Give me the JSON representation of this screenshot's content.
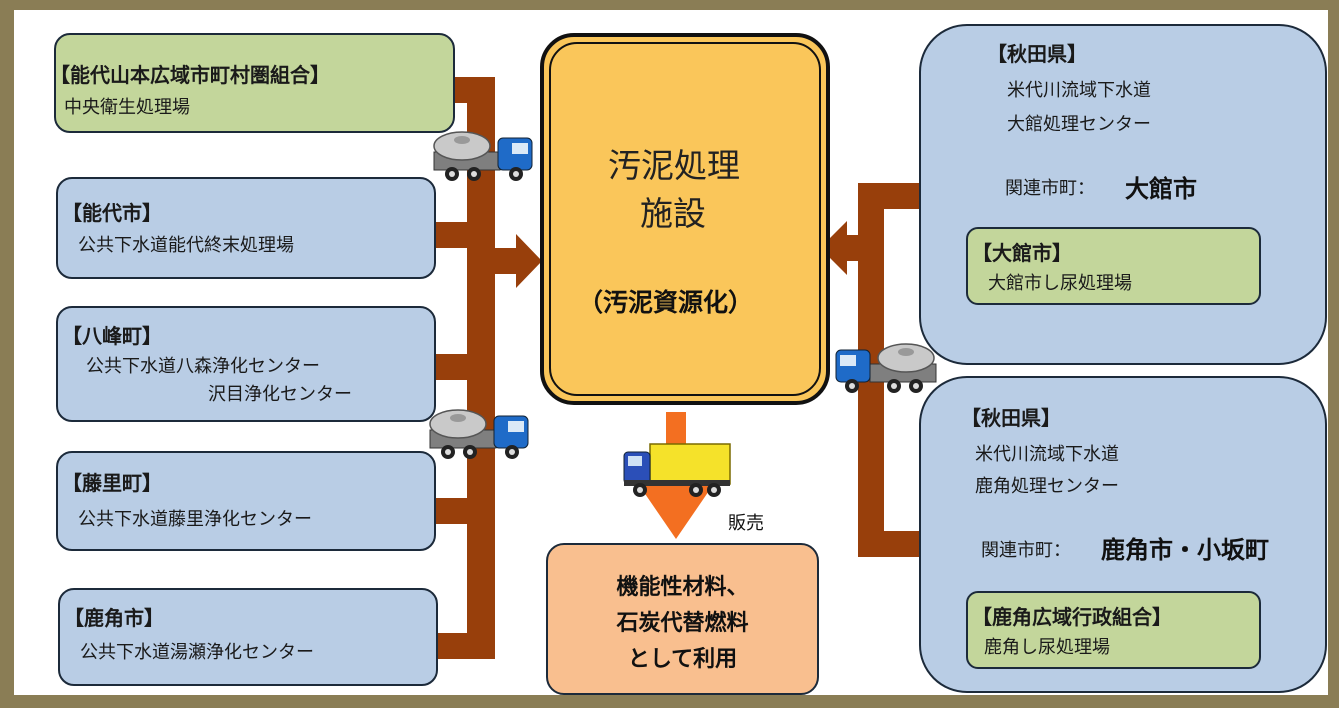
{
  "left": {
    "noshiro_yamamoto": {
      "title": "【能代山本広域市町村圏組合】",
      "facility": "中央衛生処理場"
    },
    "noshiro": {
      "title": "【能代市】",
      "facility": "公共下水道能代終末処理場"
    },
    "happo": {
      "title": "【八峰町】",
      "facility1": "公共下水道八森浄化センター",
      "facility2": "沢目浄化センター"
    },
    "fujisato": {
      "title": "【藤里町】",
      "facility": "公共下水道藤里浄化センター"
    },
    "kazuno": {
      "title": "【鹿角市】",
      "facility": "公共下水道湯瀬浄化センター"
    }
  },
  "center": {
    "title_line1": "汚泥処理",
    "title_line2": "施設",
    "subtitle": "（汚泥資源化）",
    "sale_label": "販売",
    "output_line1": "機能性材料、",
    "output_line2": "石炭代替燃料",
    "output_line3": "として利用"
  },
  "right": {
    "odate_center": {
      "title": "【秋田県】",
      "line1": "米代川流域下水道",
      "line2": "大館処理センター",
      "related_label": "関連市町：",
      "related_value": "大館市",
      "inner_title": "【大館市】",
      "inner_facility": "大館市し尿処理場"
    },
    "kazuno_center": {
      "title": "【秋田県】",
      "line1": "米代川流域下水道",
      "line2": "鹿角処理センター",
      "related_label": "関連市町：",
      "related_value": "鹿角市・小坂町",
      "inner_title": "【鹿角広域行政組合】",
      "inner_facility": "鹿角し尿処理場"
    }
  },
  "colors": {
    "frame": "#8a7d55",
    "pipe": "#983f0b",
    "blue_box": "#b9cde5",
    "green_box": "#c3d69b",
    "center_box": "#fac65a",
    "output_box": "#f9bf8f",
    "down_arrow": "#f36f21"
  },
  "icons": [
    "tanker-truck-icon",
    "dump-truck-icon"
  ]
}
